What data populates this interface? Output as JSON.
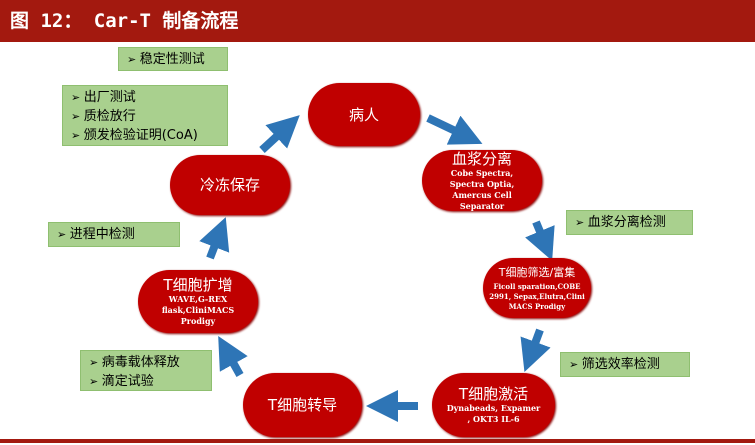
{
  "title": "图 12： Car-T 制备流程",
  "nodes": {
    "patient": {
      "title": "病人"
    },
    "plasma": {
      "title": "血浆分离",
      "sub": [
        "Cobe Spectra,",
        "Spectra Optia,",
        "Amercus Cell",
        "Separator"
      ]
    },
    "select": {
      "title": "T细胞筛选/富集",
      "sub": [
        "Ficoll sparation,COBE",
        "2991, Sepax,Elutra,Clini",
        "MACS Prodigy"
      ]
    },
    "activate": {
      "title": "T细胞激活",
      "sub": [
        "Dynabeads, Expamer",
        ", OKT3 IL-6"
      ]
    },
    "transduce": {
      "title": "T细胞转导"
    },
    "expand": {
      "title": "T细胞扩增",
      "sub": [
        "WAVE,G-REX",
        "flask,CliniMACS",
        "Prodigy"
      ]
    },
    "freeze": {
      "title": "冷冻保存"
    }
  },
  "tests": {
    "stability": [
      "稳定性测试"
    ],
    "release": [
      "出厂测试",
      "质检放行",
      "颁发检验证明(CoA)"
    ],
    "inprocess": [
      "进程中检测"
    ],
    "vector": [
      "病毒载体释放",
      "滴定试验"
    ],
    "plasma_test": [
      "血浆分离检测"
    ],
    "select_test": [
      "筛选效率检测"
    ]
  },
  "colors": {
    "node": "#c00000",
    "arrow": "#2e75b6",
    "box": "#a9d08e",
    "header": "#a3190f"
  }
}
